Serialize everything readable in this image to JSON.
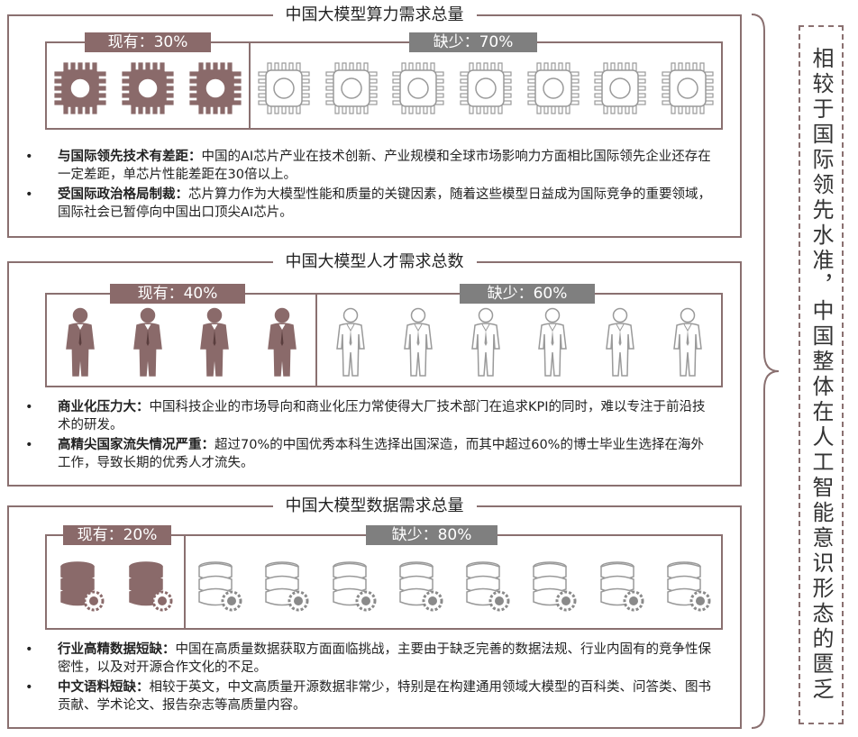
{
  "colors": {
    "have": "#8a6a6a",
    "lack": "#7f7f7f",
    "border": "#8a7070"
  },
  "sections": [
    {
      "title": "中国大模型算力需求总量",
      "have_label": "现有：30%",
      "lack_label": "缺少：70%",
      "have_fraction": 0.3,
      "icon_name": "chip-icon",
      "have_count": 3,
      "lack_count": 7,
      "bullets": [
        {
          "bold": "与国际领先技术有差距：",
          "text": "中国的AI芯片产业在技术创新、产业规模和全球市场影响力方面相比国际领先企业还存在一定差距，单芯片性能差距在30倍以上。"
        },
        {
          "bold": "受国际政治格局制裁：",
          "text": "芯片算力作为大模型性能和质量的关键因素，随着这些模型日益成为国际竞争的重要领域，国际社会已暂停向中国出口顶尖AI芯片。"
        }
      ]
    },
    {
      "title": "中国大模型人才需求总数",
      "have_label": "现有：40%",
      "lack_label": "缺少：60%",
      "have_fraction": 0.4,
      "icon_name": "person-icon",
      "have_count": 4,
      "lack_count": 6,
      "bullets": [
        {
          "bold": "商业化压力大：",
          "text": "中国科技企业的市场导向和商业化压力常使得大厂技术部门在追求KPI的同时，难以专注于前沿技术的研发。"
        },
        {
          "bold": "高精尖国家流失情况严重：",
          "text": "超过70%的中国优秀本科生选择出国深造，而其中超过60%的博士毕业生选择在海外工作，导致长期的优秀人才流失。"
        }
      ]
    },
    {
      "title": "中国大模型数据需求总量",
      "have_label": "现有：20%",
      "lack_label": "缺少：80%",
      "have_fraction": 0.2,
      "icon_name": "database-icon",
      "have_count": 2,
      "lack_count": 8,
      "bullets": [
        {
          "bold": "行业高精数据短缺：",
          "text": "中国在高质量数据获取方面面临挑战，主要由于缺乏完善的数据法规、行业内固有的竞争性保密性，以及对开源合作文化的不足。"
        },
        {
          "bold": "中文语料短缺：",
          "text": "相较于英文，中文高质量开源数据非常少，特别是在构建通用领域大模型的百科类、问答类、图书贡献、学术论文、报告杂志等高质量内容。"
        }
      ]
    }
  ],
  "conclusion": "相较于国际领先水准，中国整体在人工智能意识形态的匮乏"
}
